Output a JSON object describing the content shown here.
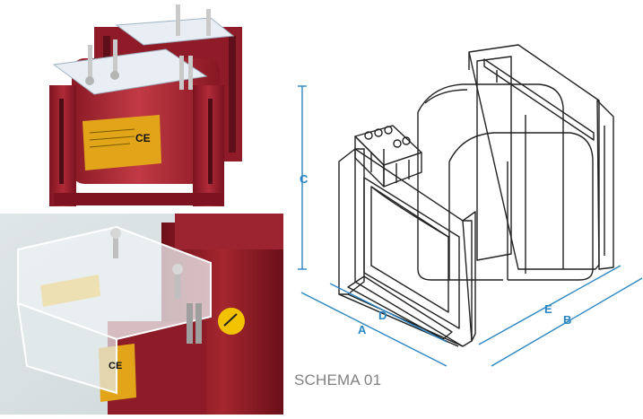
{
  "colors": {
    "dimension_line": "#2a86c2",
    "frame_red": "#9c1f2c",
    "coil_yellow": "#e2a51a",
    "caption_gray": "#808080",
    "drawing_stroke": "#222222"
  },
  "photos": {
    "top": {
      "ce_mark": "CE"
    },
    "bottom": {
      "ce_mark": "CE"
    }
  },
  "diagram": {
    "dimension_labels": {
      "a": "A",
      "b": "B",
      "c": "C",
      "d": "D",
      "e": "E"
    },
    "caption": "SCHEMA 01"
  }
}
